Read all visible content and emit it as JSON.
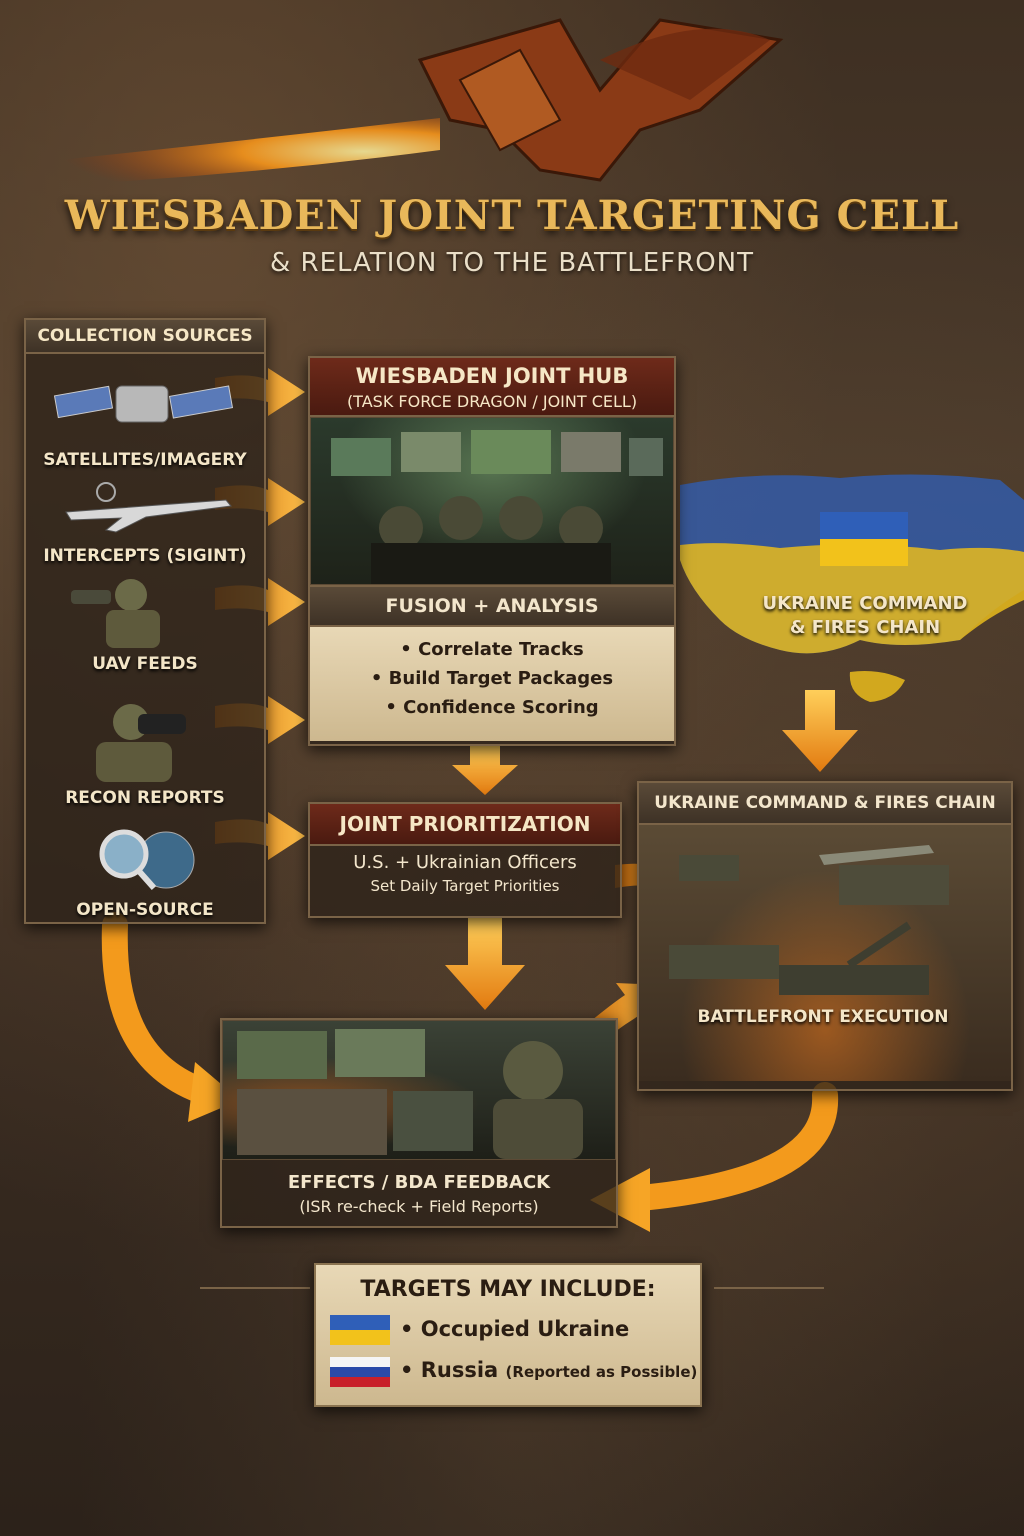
{
  "title": "WIESBADEN JOINT TARGETING CELL",
  "subtitle": "& RELATION TO THE BATTLEFRONT",
  "collection": {
    "heading": "COLLECTION SOURCES",
    "items": [
      {
        "label": "SATELLITES/IMAGERY",
        "icon": "satellite-icon"
      },
      {
        "label": "INTERCEPTS (SIGINT)",
        "icon": "aircraft-icon"
      },
      {
        "label": "UAV FEEDS",
        "icon": "soldier-icon"
      },
      {
        "label": "RECON REPORTS",
        "icon": "binoculars-icon"
      },
      {
        "label": "OPEN-SOURCE",
        "icon": "globe-magnifier-icon"
      }
    ]
  },
  "hub": {
    "heading": "WIESBADEN JOINT HUB",
    "subheading": "(TASK FORCE DRAGON / JOINT CELL)",
    "fusion_heading": "FUSION + ANALYSIS",
    "fusion_items": [
      "• Correlate Tracks",
      "• Build Target Packages",
      "• Confidence Scoring"
    ]
  },
  "ukraine_map_label_line1": "UKRAINE COMMAND",
  "ukraine_map_label_line2": "& FIRES CHAIN",
  "prioritization": {
    "heading": "JOINT PRIORITIZATION",
    "line1": "U.S. + Ukrainian Officers",
    "line2": "Set Daily Target Priorities"
  },
  "fires": {
    "heading": "UKRAINE COMMAND & FIRES CHAIN",
    "caption": "BATTLEFRONT EXECUTION"
  },
  "bda": {
    "heading": "EFFECTS / BDA FEEDBACK",
    "subheading": "(ISR re-check + Field Reports)"
  },
  "targets": {
    "heading": "TARGETS MAY INCLUDE:",
    "item1": "• Occupied Ukraine",
    "item2": "• Russia",
    "item2_note": "(Reported as Possible)"
  },
  "colors": {
    "ukraine_blue": "#2f5fb8",
    "ukraine_yellow": "#f2c21b",
    "arrow_orange": "#f39a1c",
    "title_gold": "#e9b85a"
  }
}
